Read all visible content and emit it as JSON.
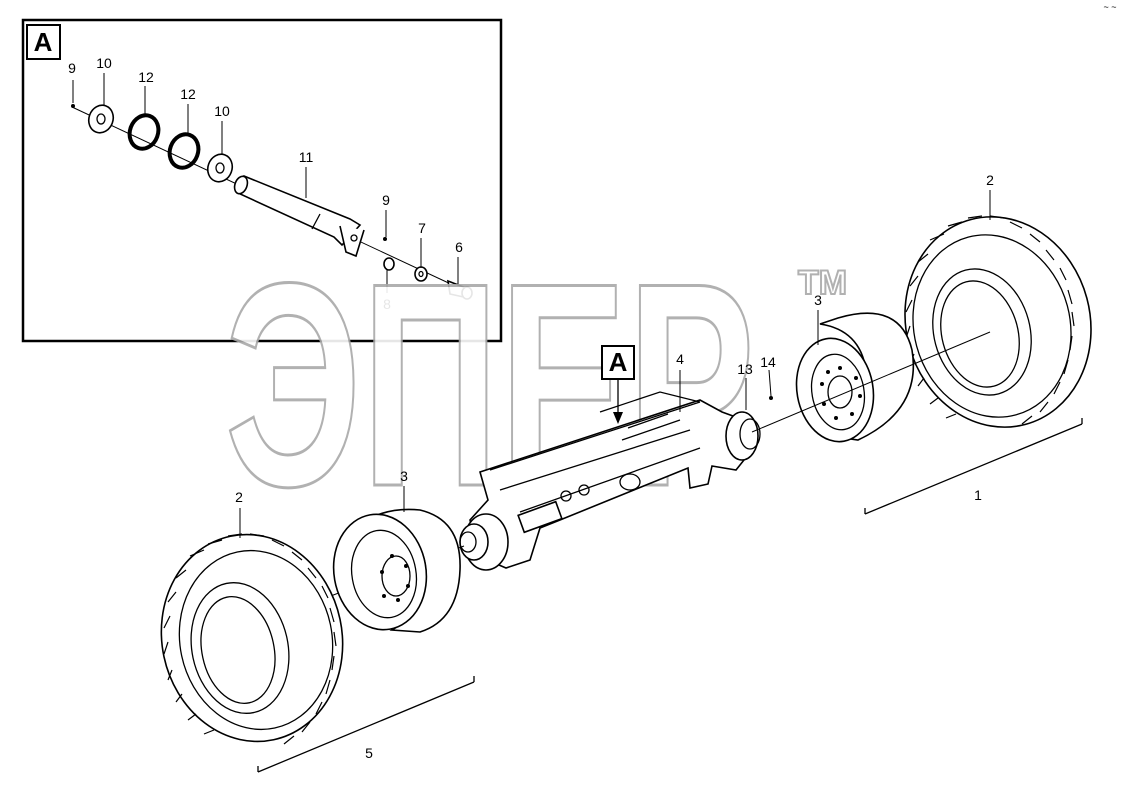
{
  "watermark": {
    "text": "ЭПЕР",
    "tm": "TM"
  },
  "detail": {
    "marker": "A",
    "labels": {
      "p9a": "9",
      "p10a": "10",
      "p12a": "12",
      "p12b": "12",
      "p10b": "10",
      "p11": "11",
      "p9b": "9",
      "p7": "7",
      "p6": "6",
      "p8": "8"
    }
  },
  "main": {
    "marker": "A",
    "labels": {
      "p4": "4",
      "p3r": "3",
      "p13": "13",
      "p14": "14",
      "p2r": "2",
      "p1": "1",
      "p2l": "2",
      "p3l": "3",
      "p5": "5"
    }
  },
  "corner_mark": "~ ~"
}
